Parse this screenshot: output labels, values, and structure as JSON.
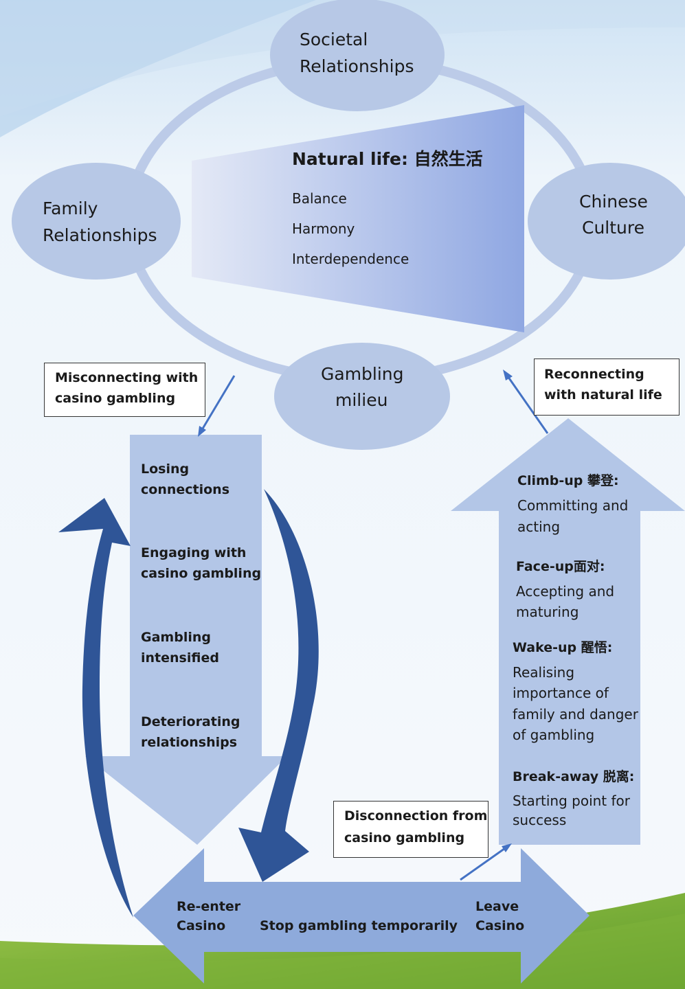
{
  "circles": {
    "societal": [
      "Societal",
      "Relationships"
    ],
    "family": [
      "Family",
      "Relationships"
    ],
    "chinese": [
      "Chinese",
      "Culture"
    ],
    "gambling": [
      "Gambling",
      "milieu"
    ]
  },
  "natural_life": {
    "title": "Natural life: 自然生活",
    "items": [
      "Balance",
      "Harmony",
      "Interdependence"
    ]
  },
  "boxes": {
    "misconnecting": [
      "Misconnecting with",
      "casino gambling"
    ],
    "reconnecting": [
      "Reconnecting",
      "with natural life"
    ],
    "disconnection": [
      "Disconnection from",
      "casino gambling"
    ]
  },
  "down_arrow_stages": [
    [
      "Losing",
      "connections"
    ],
    [
      "Engaging with",
      "casino gambling"
    ],
    [
      "Gambling",
      "intensified"
    ],
    [
      "Deteriorating",
      "relationships"
    ]
  ],
  "up_arrow_stages": [
    {
      "title": "Climb-up 攀登:",
      "lines": [
        "Committing and",
        "acting"
      ]
    },
    {
      "title": "Face-up面对:",
      "lines": [
        "Accepting and",
        "maturing"
      ]
    },
    {
      "title": "Wake-up 醒悟:",
      "lines": [
        "Realising",
        "importance of",
        "family and danger",
        "of gambling"
      ]
    },
    {
      "title": "Break-away 脱离:",
      "lines": [
        "Starting point for",
        "success"
      ]
    }
  ],
  "bottom_arrow": {
    "left": [
      "Re-enter",
      "Casino"
    ],
    "center": "Stop gambling temporarily",
    "right": [
      "Leave",
      "Casino"
    ]
  },
  "colors": {
    "circle_fill": "#b7c8e6",
    "ring": "#bccbe8",
    "arrow_fill": "#b3c6e7",
    "cycle_arrow": "#2f5597",
    "bottom_arrow": "#8eaadb",
    "connector": "#4472c4"
  }
}
